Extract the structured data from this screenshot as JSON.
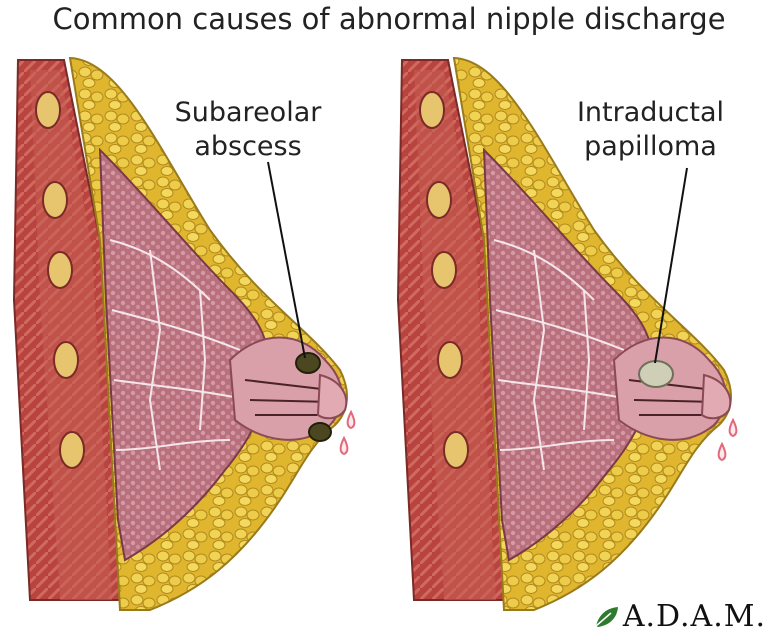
{
  "title": "Common causes of abnormal nipple discharge",
  "panels": [
    {
      "label_line1": "Subareolar",
      "label_line2": "abscess"
    },
    {
      "label_line1": "Intraductal",
      "label_line2": "papilloma"
    }
  ],
  "brand": {
    "name": "A.D.A.M.",
    "icon": "leaf-icon"
  },
  "colors": {
    "muscle": "#b8433f",
    "fat": "#e6c23a",
    "gland": "#c07a86",
    "areola": "#d9a0aa",
    "abscess": "#4b4720",
    "papilloma": "#cfcfb8",
    "discharge": "#e06a7a"
  }
}
